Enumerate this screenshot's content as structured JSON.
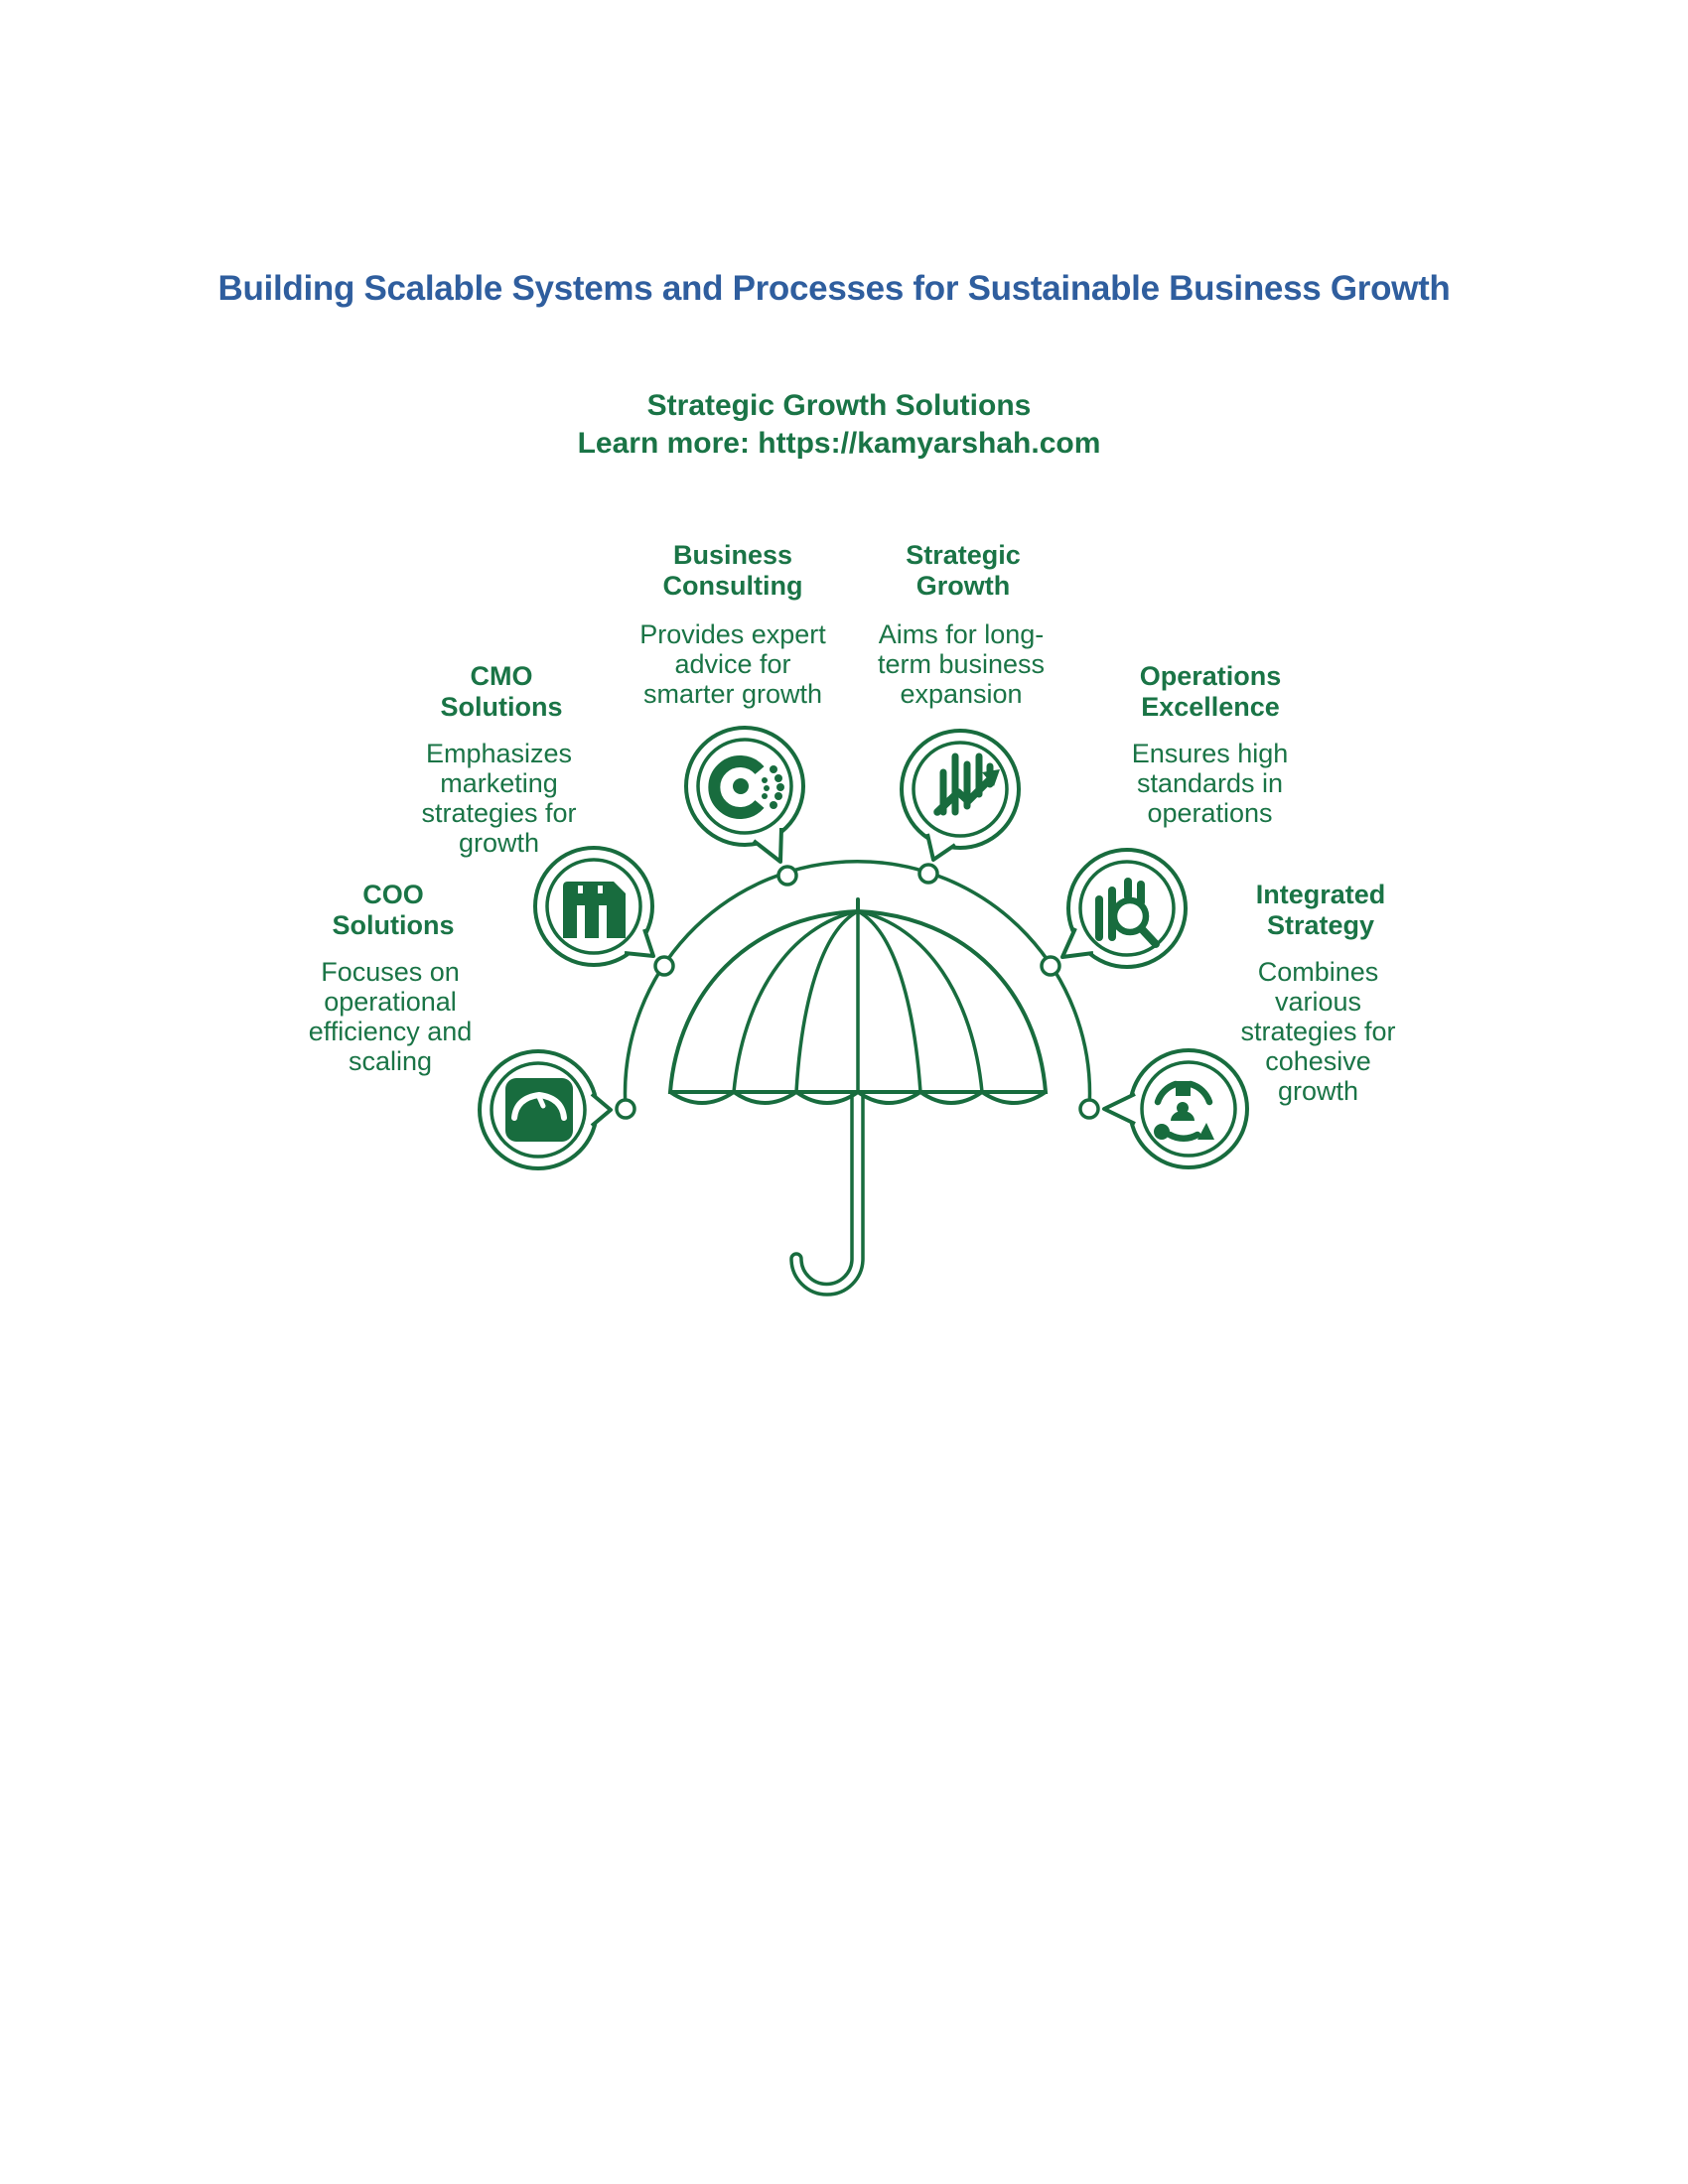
{
  "header": {
    "title": "Building Scalable Systems and Processes for Sustainable Business Growth",
    "subtitle_line1": "Strategic Growth Solutions",
    "subtitle_line2": "Learn more: https://kamyarshah.com"
  },
  "colors": {
    "title_blue": "#2F5E9E",
    "diagram_green": "#186C3E",
    "text_green": "#1A7446",
    "background": "#FFFFFF"
  },
  "center_graphic": {
    "icon": "umbrella-icon",
    "description_of_art": "outline umbrella under an arc connecting six nodes"
  },
  "nodes": [
    {
      "id": "business-consulting",
      "title": "Business Consulting",
      "description": "Provides expert advice for smarter growth",
      "icon": "target-dots-bubble-icon"
    },
    {
      "id": "strategic-growth",
      "title": "Strategic Growth",
      "description": "Aims for long-term business expansion",
      "icon": "growth-chart-arrow-bubble-icon"
    },
    {
      "id": "cmo-solutions",
      "title": "CMO Solutions",
      "description": "Emphasizes marketing strategies for growth",
      "icon": "marketing-building-bubble-icon"
    },
    {
      "id": "operations-excellence",
      "title": "Operations Excellence",
      "description": "Ensures high standards in operations",
      "icon": "bar-chart-magnifier-bubble-icon"
    },
    {
      "id": "coo-solutions",
      "title": "COO Solutions",
      "description": "Focuses on operational efficiency and scaling",
      "icon": "gauge-bubble-icon"
    },
    {
      "id": "integrated-strategy",
      "title": "Integrated Strategy",
      "description": "Combines various strategies for cohesive growth",
      "icon": "team-strategy-bubble-icon"
    }
  ]
}
